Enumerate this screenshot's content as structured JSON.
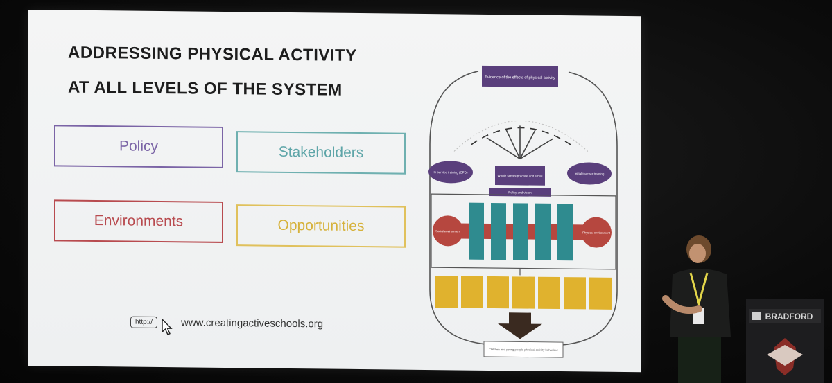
{
  "slide": {
    "title_line1": "ADDRESSING PHYSICAL ACTIVITY",
    "title_line2": "AT ALL LEVELS OF THE SYSTEM",
    "boxes": {
      "policy": "Policy",
      "stakeholders": "Stakeholders",
      "environments": "Environments",
      "opportunities": "Opportunities"
    },
    "http_badge": "http://",
    "url": "www.creatingactiveschools.org",
    "diagram": {
      "top_box": "Evidence of the effects of physical activity",
      "left_oval": "In service training (CPD)",
      "center_box": "Whole school practice and ethos",
      "right_oval": "Initial teacher training",
      "policy_band": "Policy and vision",
      "left_circle": "Social environment",
      "right_circle": "Physical environment",
      "bottom_box": "Children and young people physical activity behaviour"
    }
  },
  "banner": {
    "text": "BRADFORD"
  },
  "colors": {
    "purple": "#5a3f7c",
    "teal": "#2f8b8f",
    "red": "#b6473f",
    "yellow": "#e0b22e",
    "arrow": "#3a2a20"
  }
}
